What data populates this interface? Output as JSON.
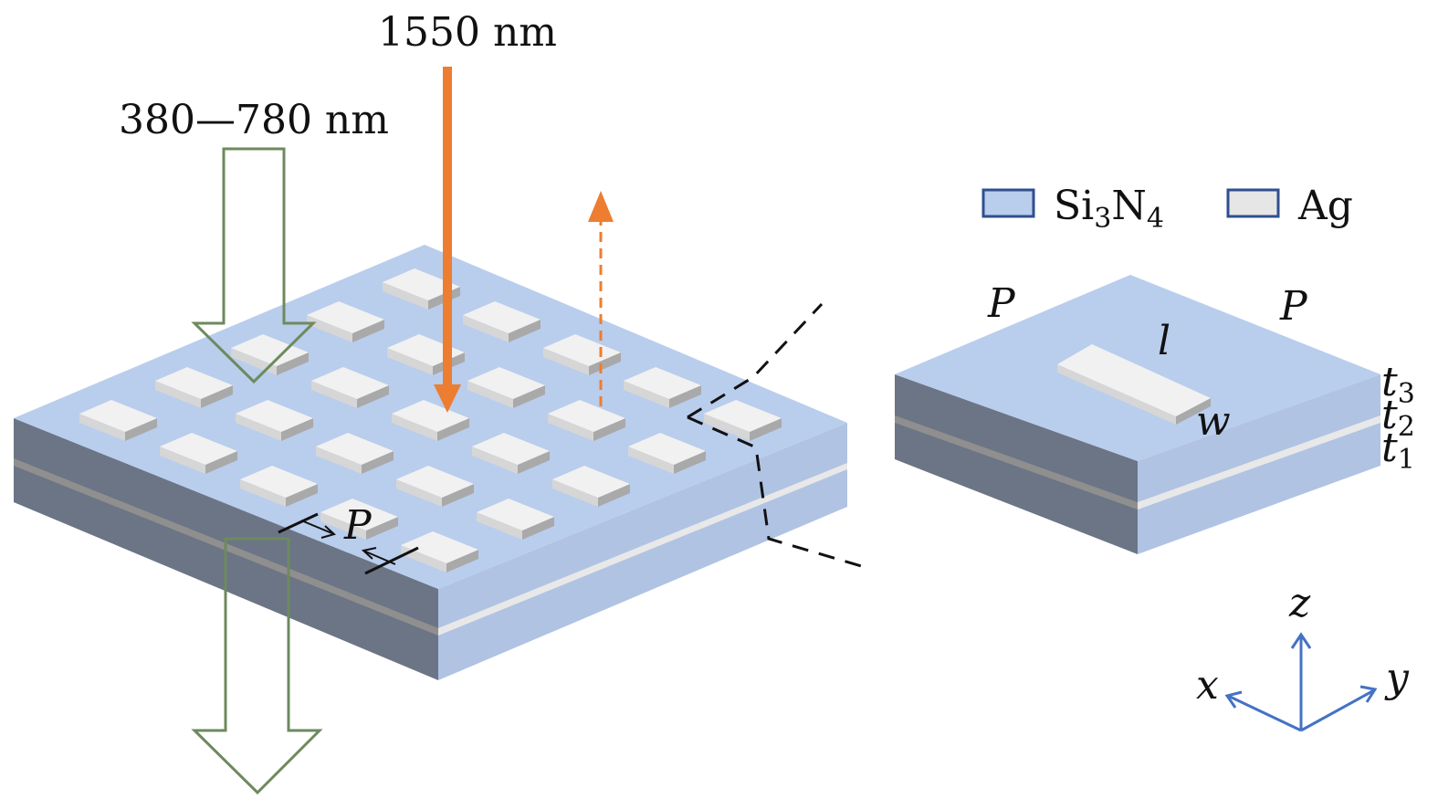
{
  "labels": {
    "pump_wavelength": "1550 nm",
    "visible_band": "380—780 nm",
    "period_main": "P",
    "period_x": "P",
    "period_y": "P",
    "length": "l",
    "width": "w",
    "t3": "t",
    "t3_sub": "3",
    "t2": "t",
    "t2_sub": "2",
    "t1": "t",
    "t1_sub": "1"
  },
  "legend": {
    "si3n4": {
      "prefix": "Si",
      "sub1": "3",
      "mid": "N",
      "sub2": "4",
      "color": "#b9cded"
    },
    "ag": {
      "label": "Ag",
      "color": "#e6e6e6"
    }
  },
  "axes": {
    "x": "x",
    "y": "y",
    "z": "z"
  },
  "colors": {
    "top_surface": "#b9cded",
    "front_face": "#b0c3e3",
    "side_face_dark": "#6b7585",
    "silver_layer": "#e8e8e8",
    "silver_layer_dark": "#8f8f8f",
    "block_top": "#f1f1f1",
    "block_front": "#d6d6d6",
    "block_side": "#a9a9a9",
    "orange_arrow": "#ed7d31",
    "green_arrow": "#6d8a5e",
    "axis_blue": "#4472c4"
  }
}
